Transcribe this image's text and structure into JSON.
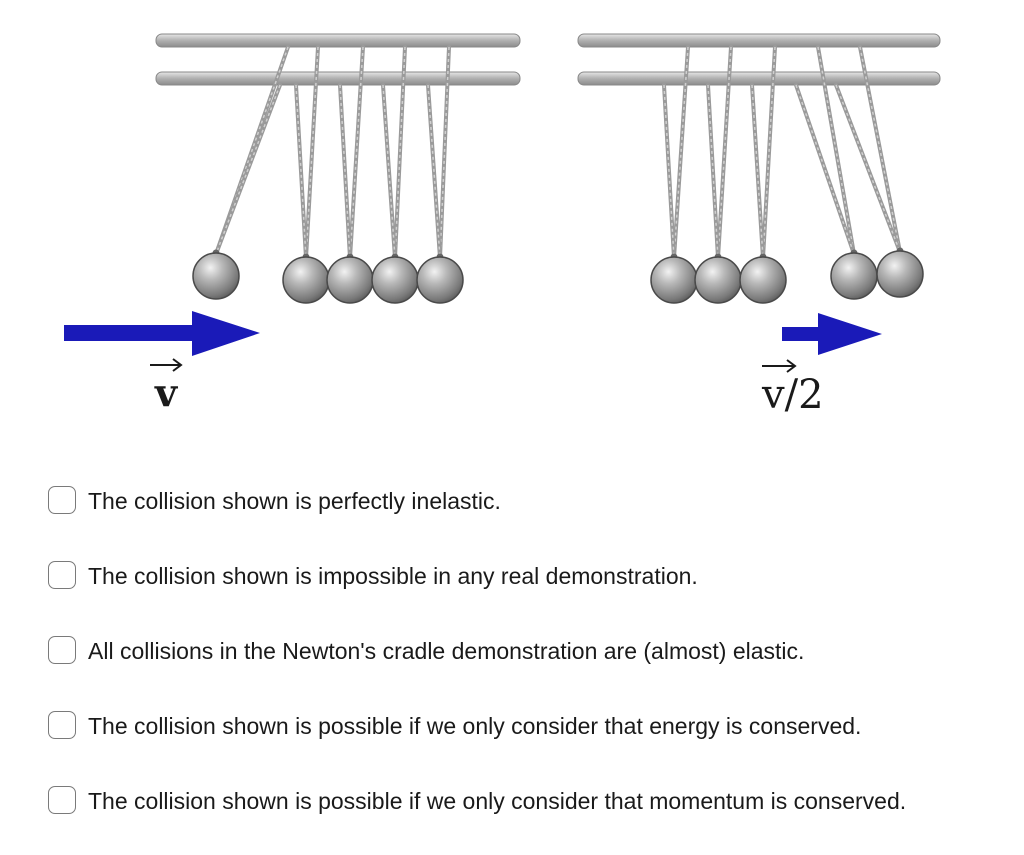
{
  "figure": {
    "left_velocity_label": "v",
    "right_velocity_label": "v/2",
    "arrow_color": "#1a1ab8",
    "ball_color": "#8a8a8a",
    "bar_color": "#b4b4b4",
    "left_cradle": {
      "balls": 5,
      "swung_balls": 1,
      "swung_side": "left"
    },
    "right_cradle": {
      "balls": 5,
      "swung_balls": 2,
      "swung_side": "right"
    }
  },
  "options": [
    {
      "label": "The collision shown is perfectly inelastic.",
      "checked": false
    },
    {
      "label": "The collision shown is impossible in any real demonstration.",
      "checked": false
    },
    {
      "label": "All collisions in the Newton's cradle demonstration are (almost) elastic.",
      "checked": false
    },
    {
      "label": "The collision shown is possible if we only consider that energy is conserved.",
      "checked": false
    },
    {
      "label": "The collision shown is possible if we only consider that momentum is conserved.",
      "checked": false
    }
  ]
}
